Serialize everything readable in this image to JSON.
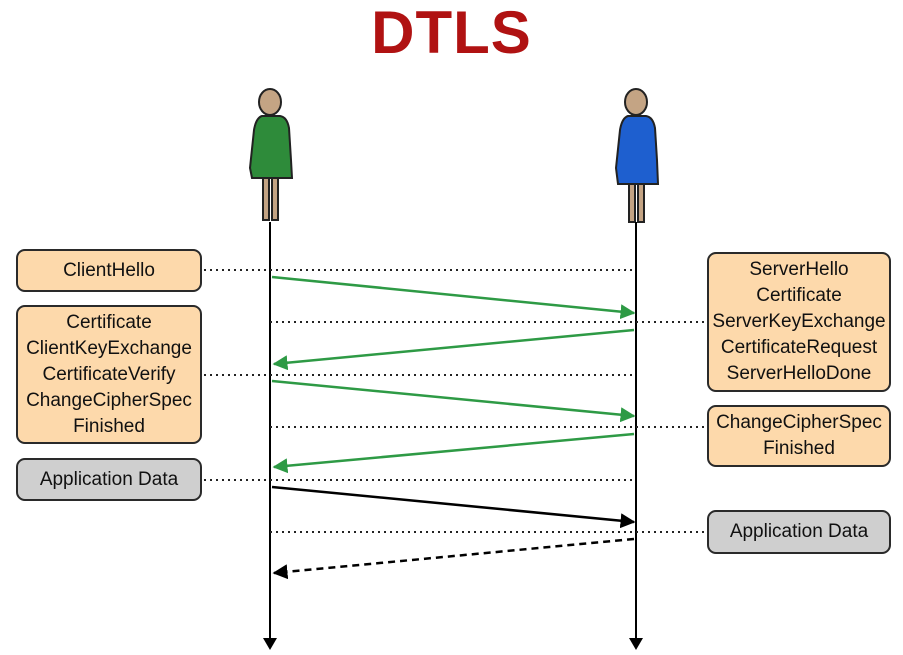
{
  "title": "DTLS",
  "colors": {
    "title": "#b01212",
    "handshake_arrow": "#2e9a45",
    "data_arrow": "#000000",
    "handshake_box_fill": "#fdd9ab",
    "data_box_fill": "#cfcfcf",
    "client_figure": "#2e8b3a",
    "server_figure": "#1e5fcf",
    "skin": "#c4a484"
  },
  "actors": {
    "client": {
      "icon": "person-green-icon"
    },
    "server": {
      "icon": "person-blue-icon"
    }
  },
  "client_messages": [
    {
      "lines": [
        "ClientHello"
      ]
    },
    {
      "lines": [
        "Certificate",
        "ClientKeyExchange",
        "CertificateVerify",
        "ChangeCipherSpec",
        "Finished"
      ]
    },
    {
      "lines": [
        "Application Data"
      ]
    }
  ],
  "server_messages": [
    {
      "lines": [
        "ServerHello",
        "Certificate",
        "ServerKeyExchange",
        "CertificateRequest",
        "ServerHelloDone"
      ]
    },
    {
      "lines": [
        "ChangeCipherSpec",
        "Finished"
      ]
    },
    {
      "lines": [
        "Application Data"
      ]
    }
  ],
  "arrows": [
    {
      "from": "client",
      "to": "server",
      "kind": "handshake",
      "style": "solid"
    },
    {
      "from": "server",
      "to": "client",
      "kind": "handshake",
      "style": "solid"
    },
    {
      "from": "client",
      "to": "server",
      "kind": "handshake",
      "style": "solid"
    },
    {
      "from": "server",
      "to": "client",
      "kind": "handshake",
      "style": "solid"
    },
    {
      "from": "client",
      "to": "server",
      "kind": "data",
      "style": "solid"
    },
    {
      "from": "server",
      "to": "client",
      "kind": "data",
      "style": "dashed"
    }
  ]
}
